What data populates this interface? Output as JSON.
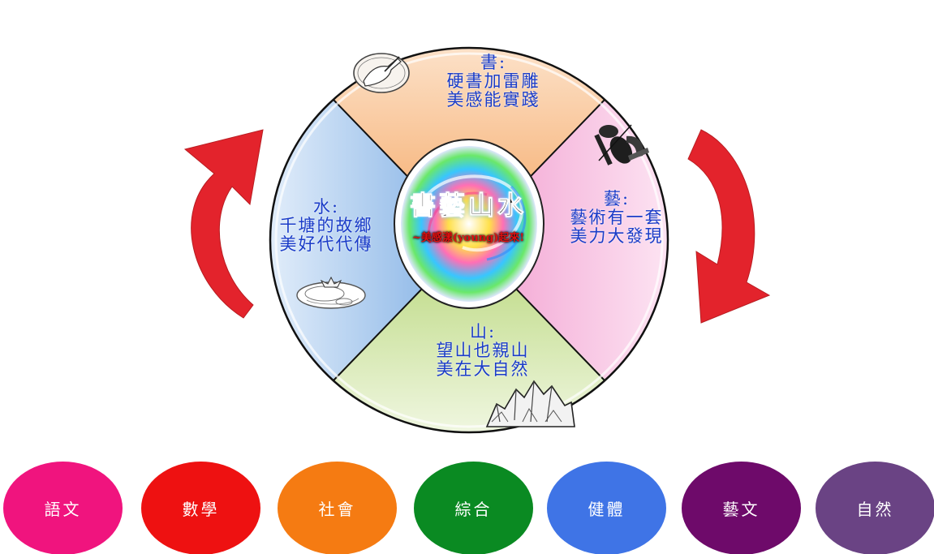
{
  "center": {
    "title": "書藝山水",
    "subtitle": "~美感漾(young)起來!"
  },
  "sectors": {
    "shu": {
      "heading": "書:",
      "line1": "硬書加雷雕",
      "line2": "美感能實踐",
      "icon": "hand-writing-icon"
    },
    "yi": {
      "heading": "藝:",
      "line1": "藝術有一套",
      "line2": "美力大發現",
      "icon": "music-instruments-icon"
    },
    "shan": {
      "heading": "山:",
      "line1": "望山也親山",
      "line2": "美在大自然",
      "icon": "mountain-icon"
    },
    "shui": {
      "heading": "水:",
      "line1": "千塘的故鄉",
      "line2": "美好代代傳",
      "icon": "lotus-pond-icon"
    }
  },
  "subjects": [
    {
      "label": "語文",
      "color": "#f0147e"
    },
    {
      "label": "數學",
      "color": "#ee1111"
    },
    {
      "label": "社會",
      "color": "#f57b12"
    },
    {
      "label": "綜合",
      "color": "#0a8a22"
    },
    {
      "label": "健體",
      "color": "#3f74e6"
    },
    {
      "label": "藝文",
      "color": "#6e0a6a"
    },
    {
      "label": "自然",
      "color": "#6a4384"
    }
  ],
  "colors": {
    "arrow": "#e3232c",
    "sector_text": "#1a3cc8",
    "shu_sector": "#f7b987",
    "yi_sector": "#f6b8dd",
    "shan_sector": "#cfe3a0",
    "shui_sector": "#9dc3ea"
  }
}
